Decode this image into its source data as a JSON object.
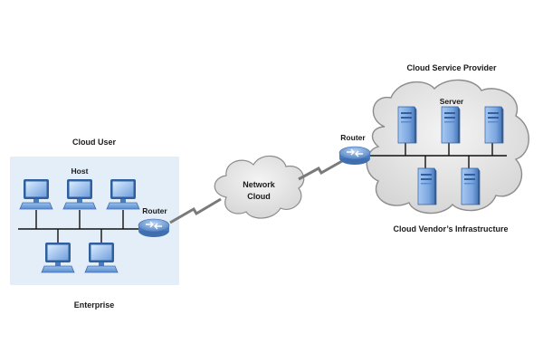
{
  "labels": {
    "cloud_user": "Cloud User",
    "host": "Host",
    "router_enterprise": "Router",
    "enterprise": "Enterprise",
    "network_cloud_line1": "Network",
    "network_cloud_line2": "Cloud",
    "router_provider": "Router",
    "cloud_service_provider": "Cloud Service Provider",
    "server": "Server",
    "cloud_vendor_infrastructure": "Cloud Vendor’s Infrastructure"
  },
  "colors": {
    "enterprise_panel": "#e4eef8",
    "cloud_fill": "#e6e6e6",
    "cloud_stroke": "#8c8c8c",
    "device_blue": "#7fa7dc",
    "device_dark": "#3f6fae",
    "cable": "#111111",
    "wan_link": "#7a7a7a"
  },
  "icons": {
    "host": "desktop-computer-icon",
    "router": "router-icon",
    "server": "server-tower-icon",
    "wan_link": "serial-lightning-link-icon"
  }
}
